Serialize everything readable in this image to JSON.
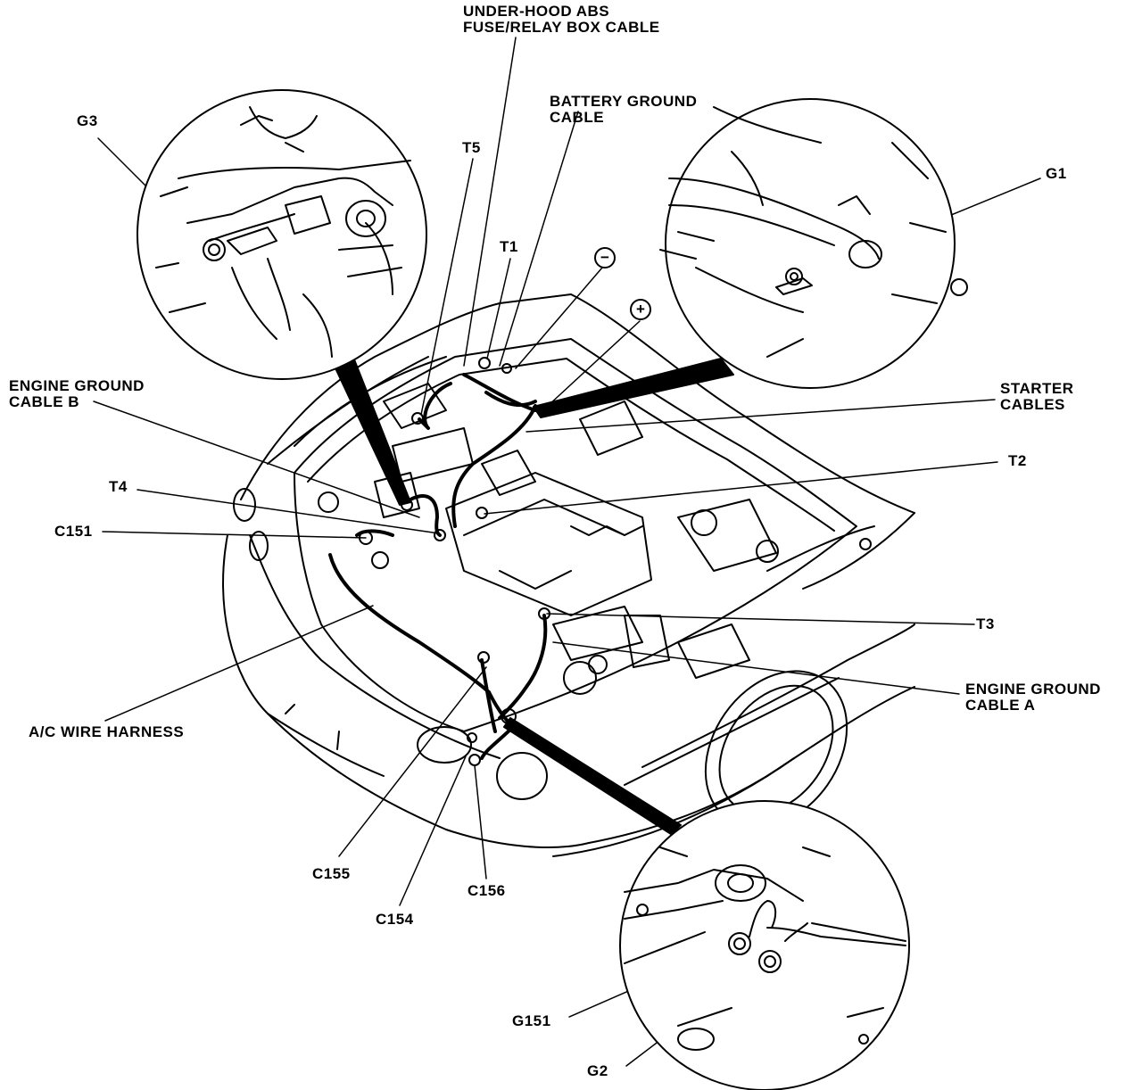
{
  "labels": {
    "abs_cable": [
      "UNDER-HOOD ABS",
      "FUSE/RELAY BOX CABLE"
    ],
    "battery_ground": [
      "BATTERY GROUND",
      "CABLE"
    ],
    "g3": "G3",
    "t5": "T5",
    "t1": "T1",
    "g1": "G1",
    "negative": "−",
    "positive": "+",
    "engine_ground_b": [
      "ENGINE GROUND",
      "CABLE B"
    ],
    "starter_cables": [
      "STARTER",
      "CABLES"
    ],
    "t2": "T2",
    "t4": "T4",
    "c151": "C151",
    "t3": "T3",
    "engine_ground_a": [
      "ENGINE GROUND",
      "CABLE A"
    ],
    "ac_harness": "A/C WIRE HARNESS",
    "c155": "C155",
    "c156": "C156",
    "c154": "C154",
    "g151": "G151",
    "g2": "G2"
  }
}
